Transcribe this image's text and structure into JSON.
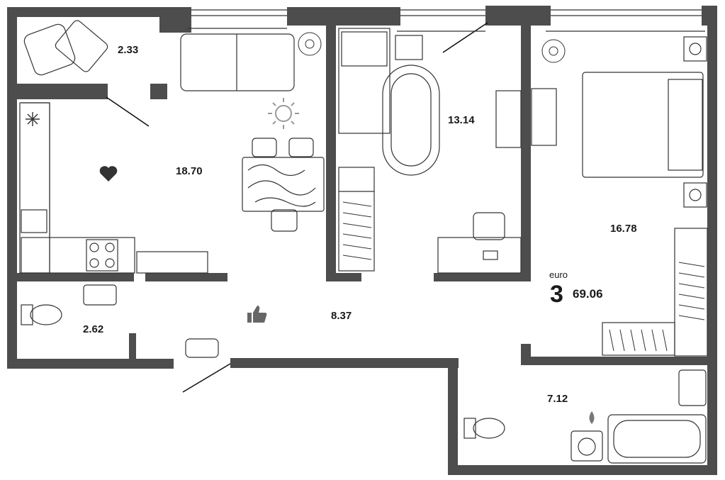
{
  "rooms": {
    "balcony": "2.33",
    "kitchen_living": "18.70",
    "bedroom_small": "13.14",
    "bedroom_master": "16.78",
    "hall": "8.37",
    "wc": "2.62",
    "bathroom": "7.12"
  },
  "summary": {
    "format": "euro",
    "rooms_count": "3",
    "total_area": "69.06"
  },
  "colors": {
    "wall": "#4d4d4d",
    "line": "#222222",
    "furniture_stroke": "#333333"
  },
  "icons": [
    "snowflake-icon",
    "heart-icon",
    "sun-icon",
    "thumbs-up-icon",
    "water-drop-icon",
    "plant-icon"
  ]
}
